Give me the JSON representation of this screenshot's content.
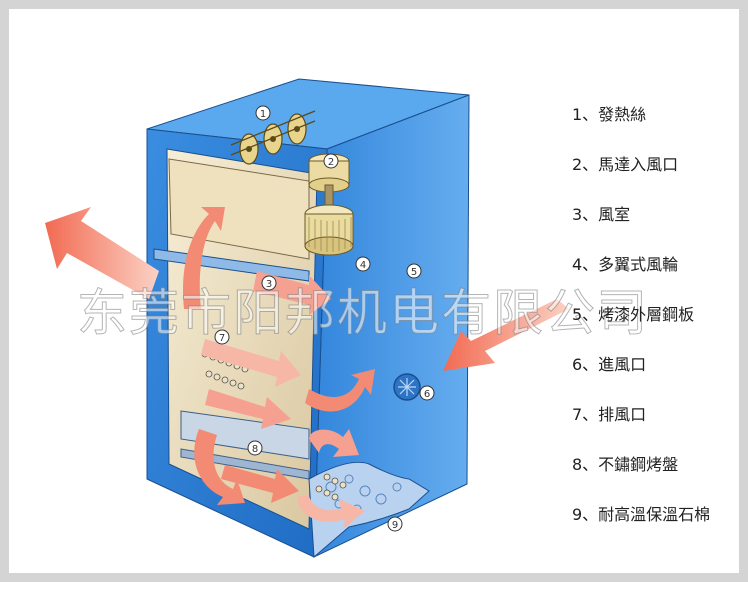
{
  "legend": [
    {
      "num": "1",
      "label": "1、發熱絲"
    },
    {
      "num": "2",
      "label": "2、馬達入風口"
    },
    {
      "num": "3",
      "label": "3、風室"
    },
    {
      "num": "4",
      "label": "4、多翼式風輪"
    },
    {
      "num": "5",
      "label": "5、烤漆外層鋼板"
    },
    {
      "num": "6",
      "label": "6、進風口"
    },
    {
      "num": "7",
      "label": "7、排風口"
    },
    {
      "num": "8",
      "label": "8、不鏽鋼烤盤"
    },
    {
      "num": "9",
      "label": "9、耐高溫保溫石棉"
    }
  ],
  "watermark": "东莞市阳邦机电有限公司",
  "callouts": [
    "1",
    "2",
    "3",
    "4",
    "5",
    "6",
    "7",
    "8",
    "9"
  ],
  "colors": {
    "cabinet_front": "#2f7fd6",
    "cabinet_side": "#3d8fe0",
    "cabinet_top": "#5aa8ee",
    "interior": "#f2e6c8",
    "hot_arrow": "#f07860",
    "frame": "#d4d4d4"
  }
}
